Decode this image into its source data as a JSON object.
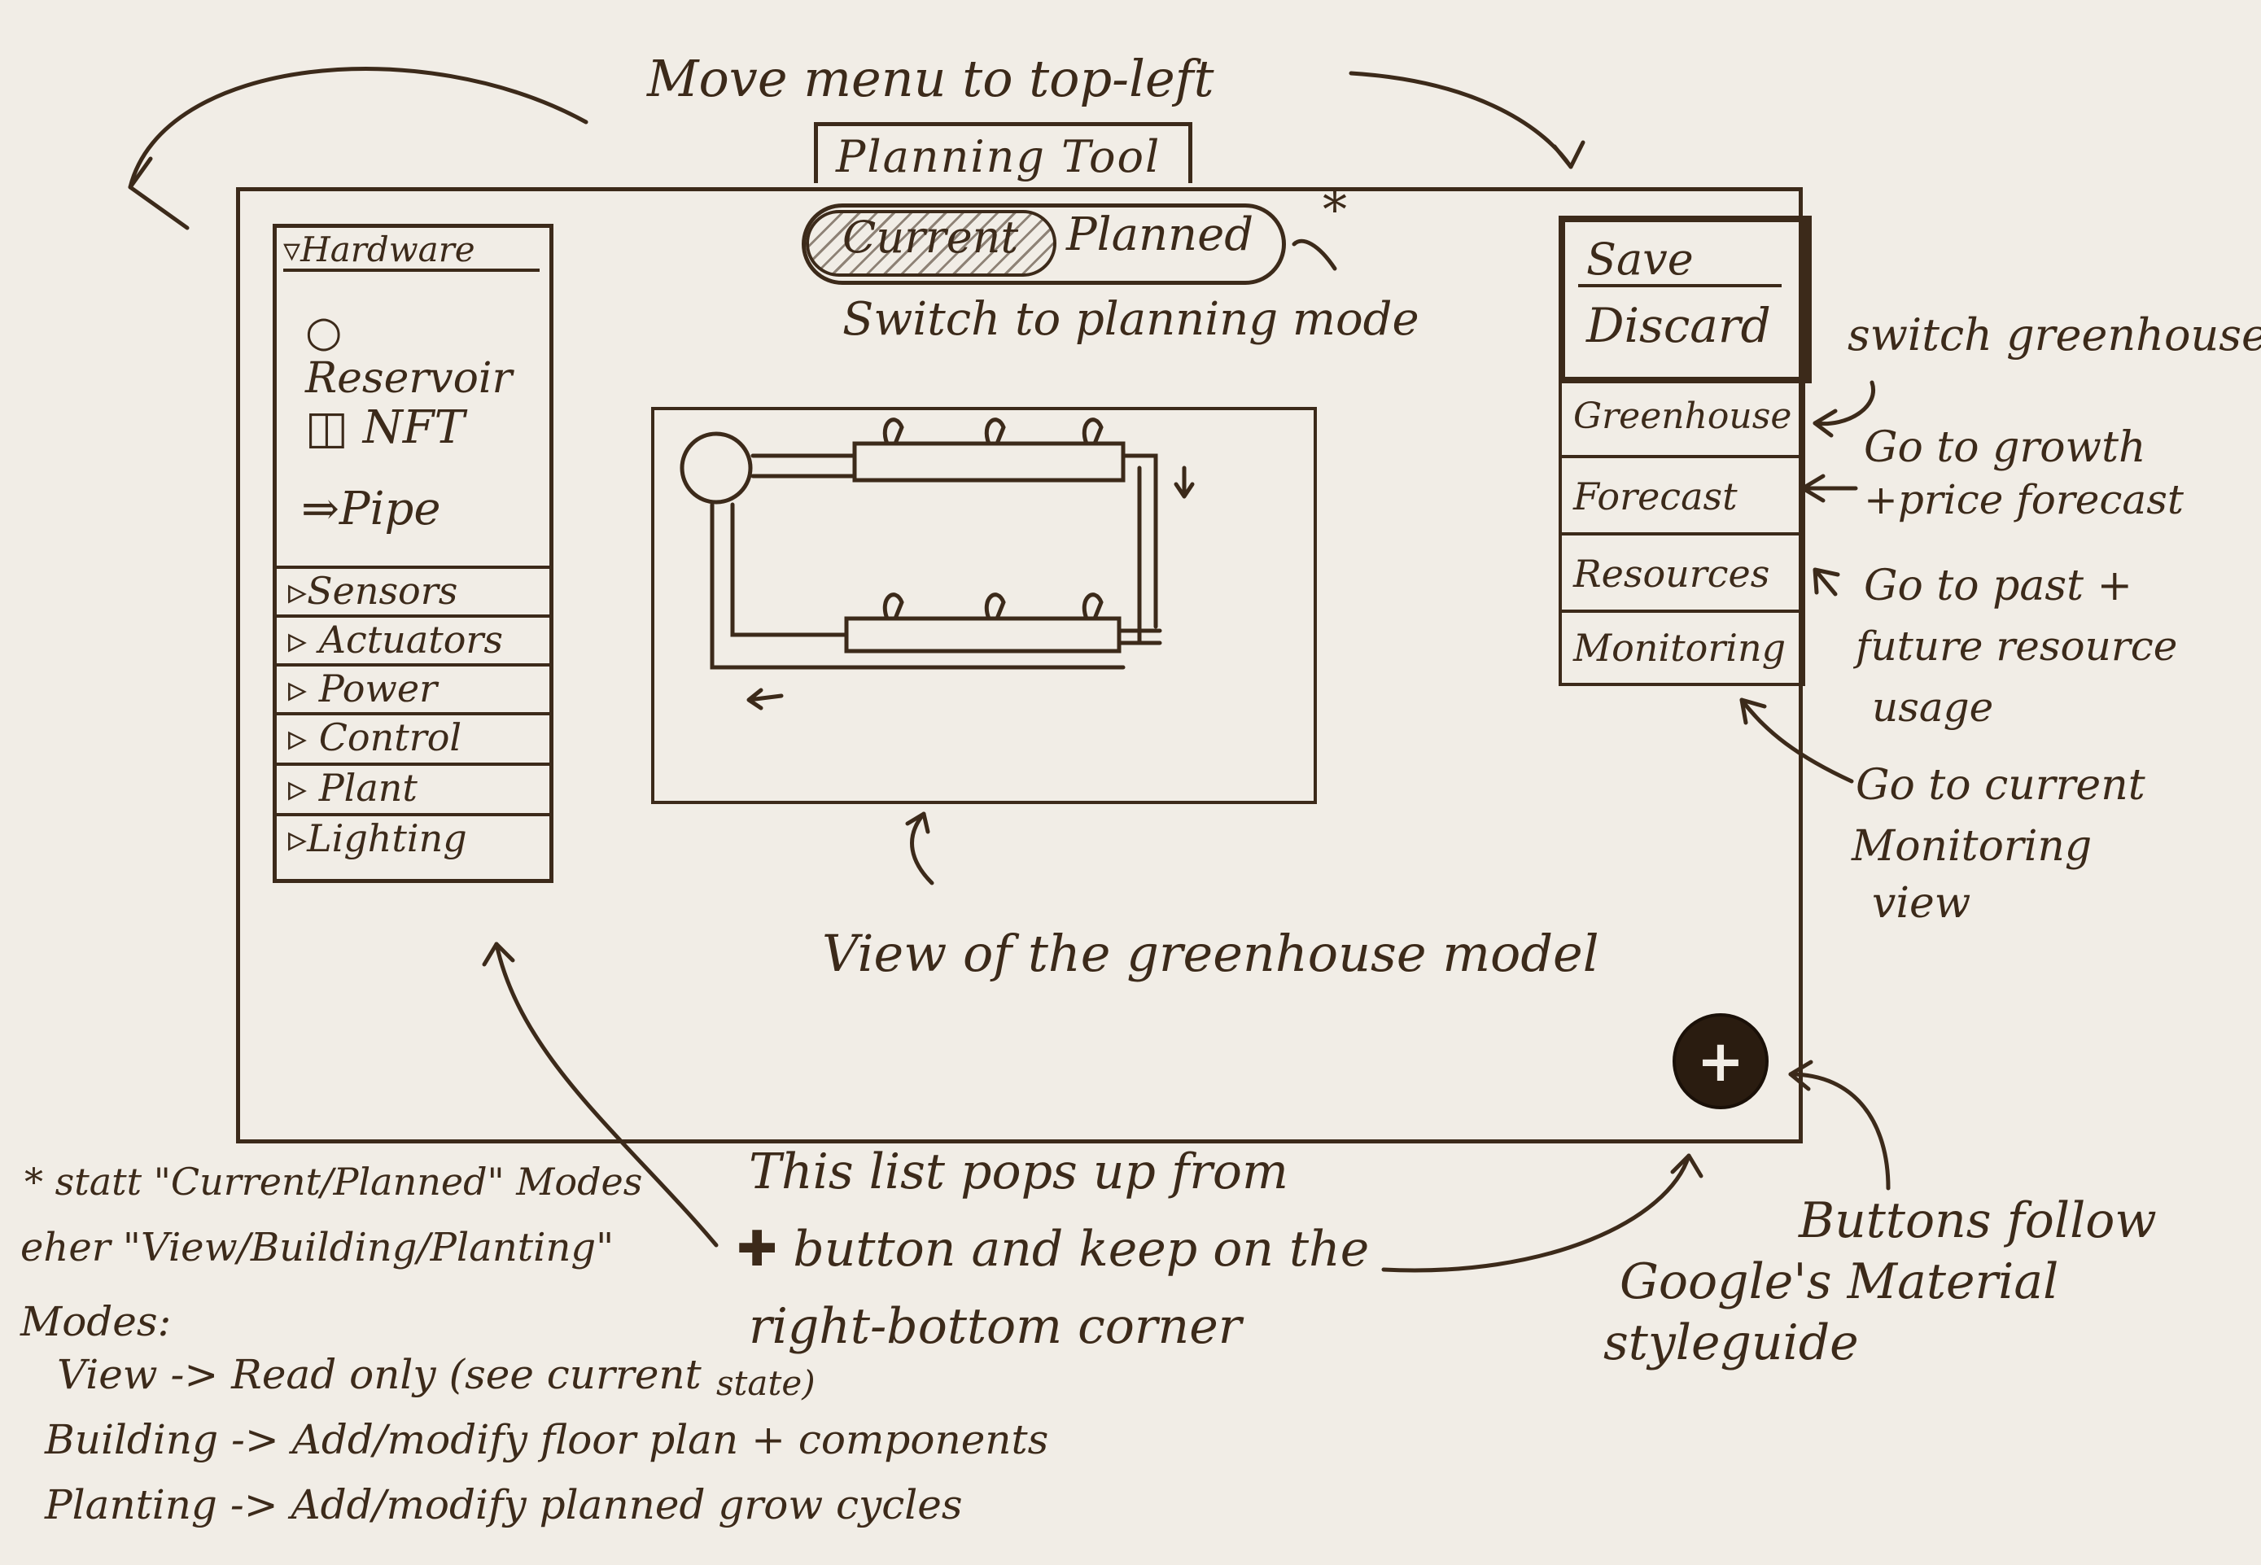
{
  "top_note": "Move menu to top-left",
  "app_title": "Planning Tool",
  "mode_toggle": {
    "current": "Current",
    "planned": "Planned",
    "asterisk": "*"
  },
  "mode_note": "Switch to planning mode",
  "hardware_panel": {
    "header": "Hardware",
    "items": [
      {
        "icon": "circle-icon",
        "label": "Reservoir"
      },
      {
        "icon": "square-icon",
        "label": "NFT"
      },
      {
        "icon": "arrow-icon",
        "label": "Pipe"
      }
    ],
    "sections": [
      "Sensors",
      "Actuators",
      "Power",
      "Control",
      "Plant",
      "Lighting"
    ]
  },
  "right_menu": {
    "save": "Save",
    "discard": "Discard",
    "items": [
      "Greenhouse",
      "Forecast",
      "Resources",
      "Monitoring"
    ]
  },
  "annotations": {
    "switch_greenhouse": "switch greenhouse",
    "forecast_note_1": "Go to growth",
    "forecast_note_2": "+price forecast",
    "resources_note_1": "Go to past +",
    "resources_note_2": "future resource",
    "resources_note_3": "usage",
    "monitoring_note_1": "Go to current",
    "monitoring_note_2": "Monitoring",
    "monitoring_note_3": "view",
    "model_note": "View of the greenhouse model",
    "list_note_1": "This list pops up from",
    "list_note_2": "button and keep on the",
    "list_note_3": "right-bottom corner",
    "buttons_note_1": "Buttons follow",
    "buttons_note_2": "Google's Material",
    "buttons_note_3": "styleguide"
  },
  "footnote": {
    "line1": "* statt \"Current/Planned\" Modes",
    "line2": "eher \"View/Building/Planting\"",
    "line3": "Modes:",
    "line4": "View -> Read only (see current",
    "line4b": "state)",
    "line5": "Building -> Add/modify floor plan + components",
    "line6": "Planting -> Add/modify planned grow cycles"
  },
  "fab_symbol": "+"
}
